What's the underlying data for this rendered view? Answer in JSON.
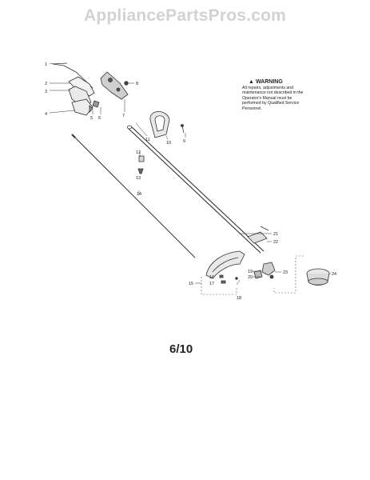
{
  "watermark": "AppliancePartsPros.com",
  "page_number": "6/10",
  "warning": {
    "title": "WARNING",
    "icon": "warning-triangle-icon",
    "text": "All repairs, adjustments and maintenance not described in the Operator's Manual must be performed by Qualified Service Personnel."
  },
  "callouts": [
    "1",
    "2",
    "3",
    "4",
    "5",
    "6",
    "7",
    "8",
    "9",
    "10",
    "11",
    "12",
    "13",
    "14",
    "15",
    "16",
    "17",
    "18",
    "19",
    "20",
    "21",
    "22",
    "23",
    "24"
  ]
}
